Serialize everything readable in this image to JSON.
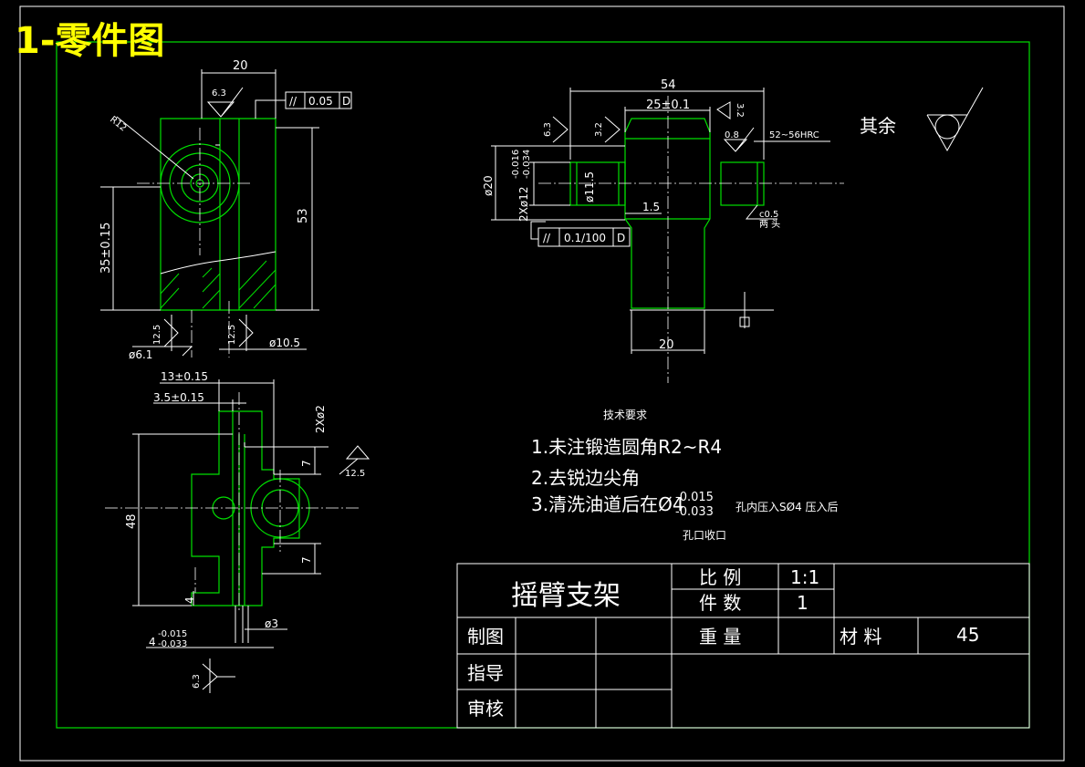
{
  "sheet_label": "1-零件图",
  "dims": {
    "top_width": "20",
    "roughness_6_3": "6.3",
    "tol_parallel_sym": "//",
    "tol_parallel_val": "0.05",
    "tol_datum": "D",
    "radius": "R12",
    "height_53": "53",
    "height_35": "35±0.15",
    "rough_12_5": "12.5",
    "dia_6_1": "ø6.1",
    "dia_10_5": "ø10.5",
    "w54": "54",
    "w25": "25±0.1",
    "rough_3_2": "3.2",
    "rough_0_8": "0.8",
    "hrc": "52~56HRC",
    "dia20": "ø20",
    "dia12": "2Xø12",
    "dia12_tol_up": "-0.016",
    "dia12_tol_lo": "-0.034",
    "dia11_5": "ø11.5",
    "w1_5": "1.5",
    "chamfer": "c0.5",
    "chamfer_note": "两 头",
    "tol2_val": "0.1/100",
    "bottom_20": "20",
    "w13": "13±0.15",
    "w3_5": "3.5±0.15",
    "holes_2x": "2Xø2",
    "d7": "7",
    "d48": "48",
    "d4": "4",
    "d_phi3": "ø3",
    "d4_main": "4",
    "d4_up": "-0.015",
    "d4_lo": "-0.033"
  },
  "rest_roughness": "其余",
  "notes": {
    "heading": "技术要求",
    "n1": "1.未注锻造圆角R2~R4",
    "n2": "2.去锐边尖角",
    "n3_pre": "3.清洗油道后在Ø4",
    "n3_up": "-0.015",
    "n3_lo": "-0.033",
    "n3_post": "孔内压入SØ4 压入后",
    "n3_end": "孔口收口"
  },
  "title_block": {
    "part_name": "摇臂支架",
    "scale_label": "比  例",
    "scale_value": "1:1",
    "count_label": "件  数",
    "count_value": "1",
    "weight_label": "重  量",
    "material_label": "材  料",
    "material_value": "45",
    "drawn_label": "制图",
    "guide_label": "指导",
    "review_label": "审核"
  },
  "colors": {
    "outline": "#00e000",
    "dimension": "#ffffff",
    "label": "#ffff00",
    "background": "#000000"
  }
}
